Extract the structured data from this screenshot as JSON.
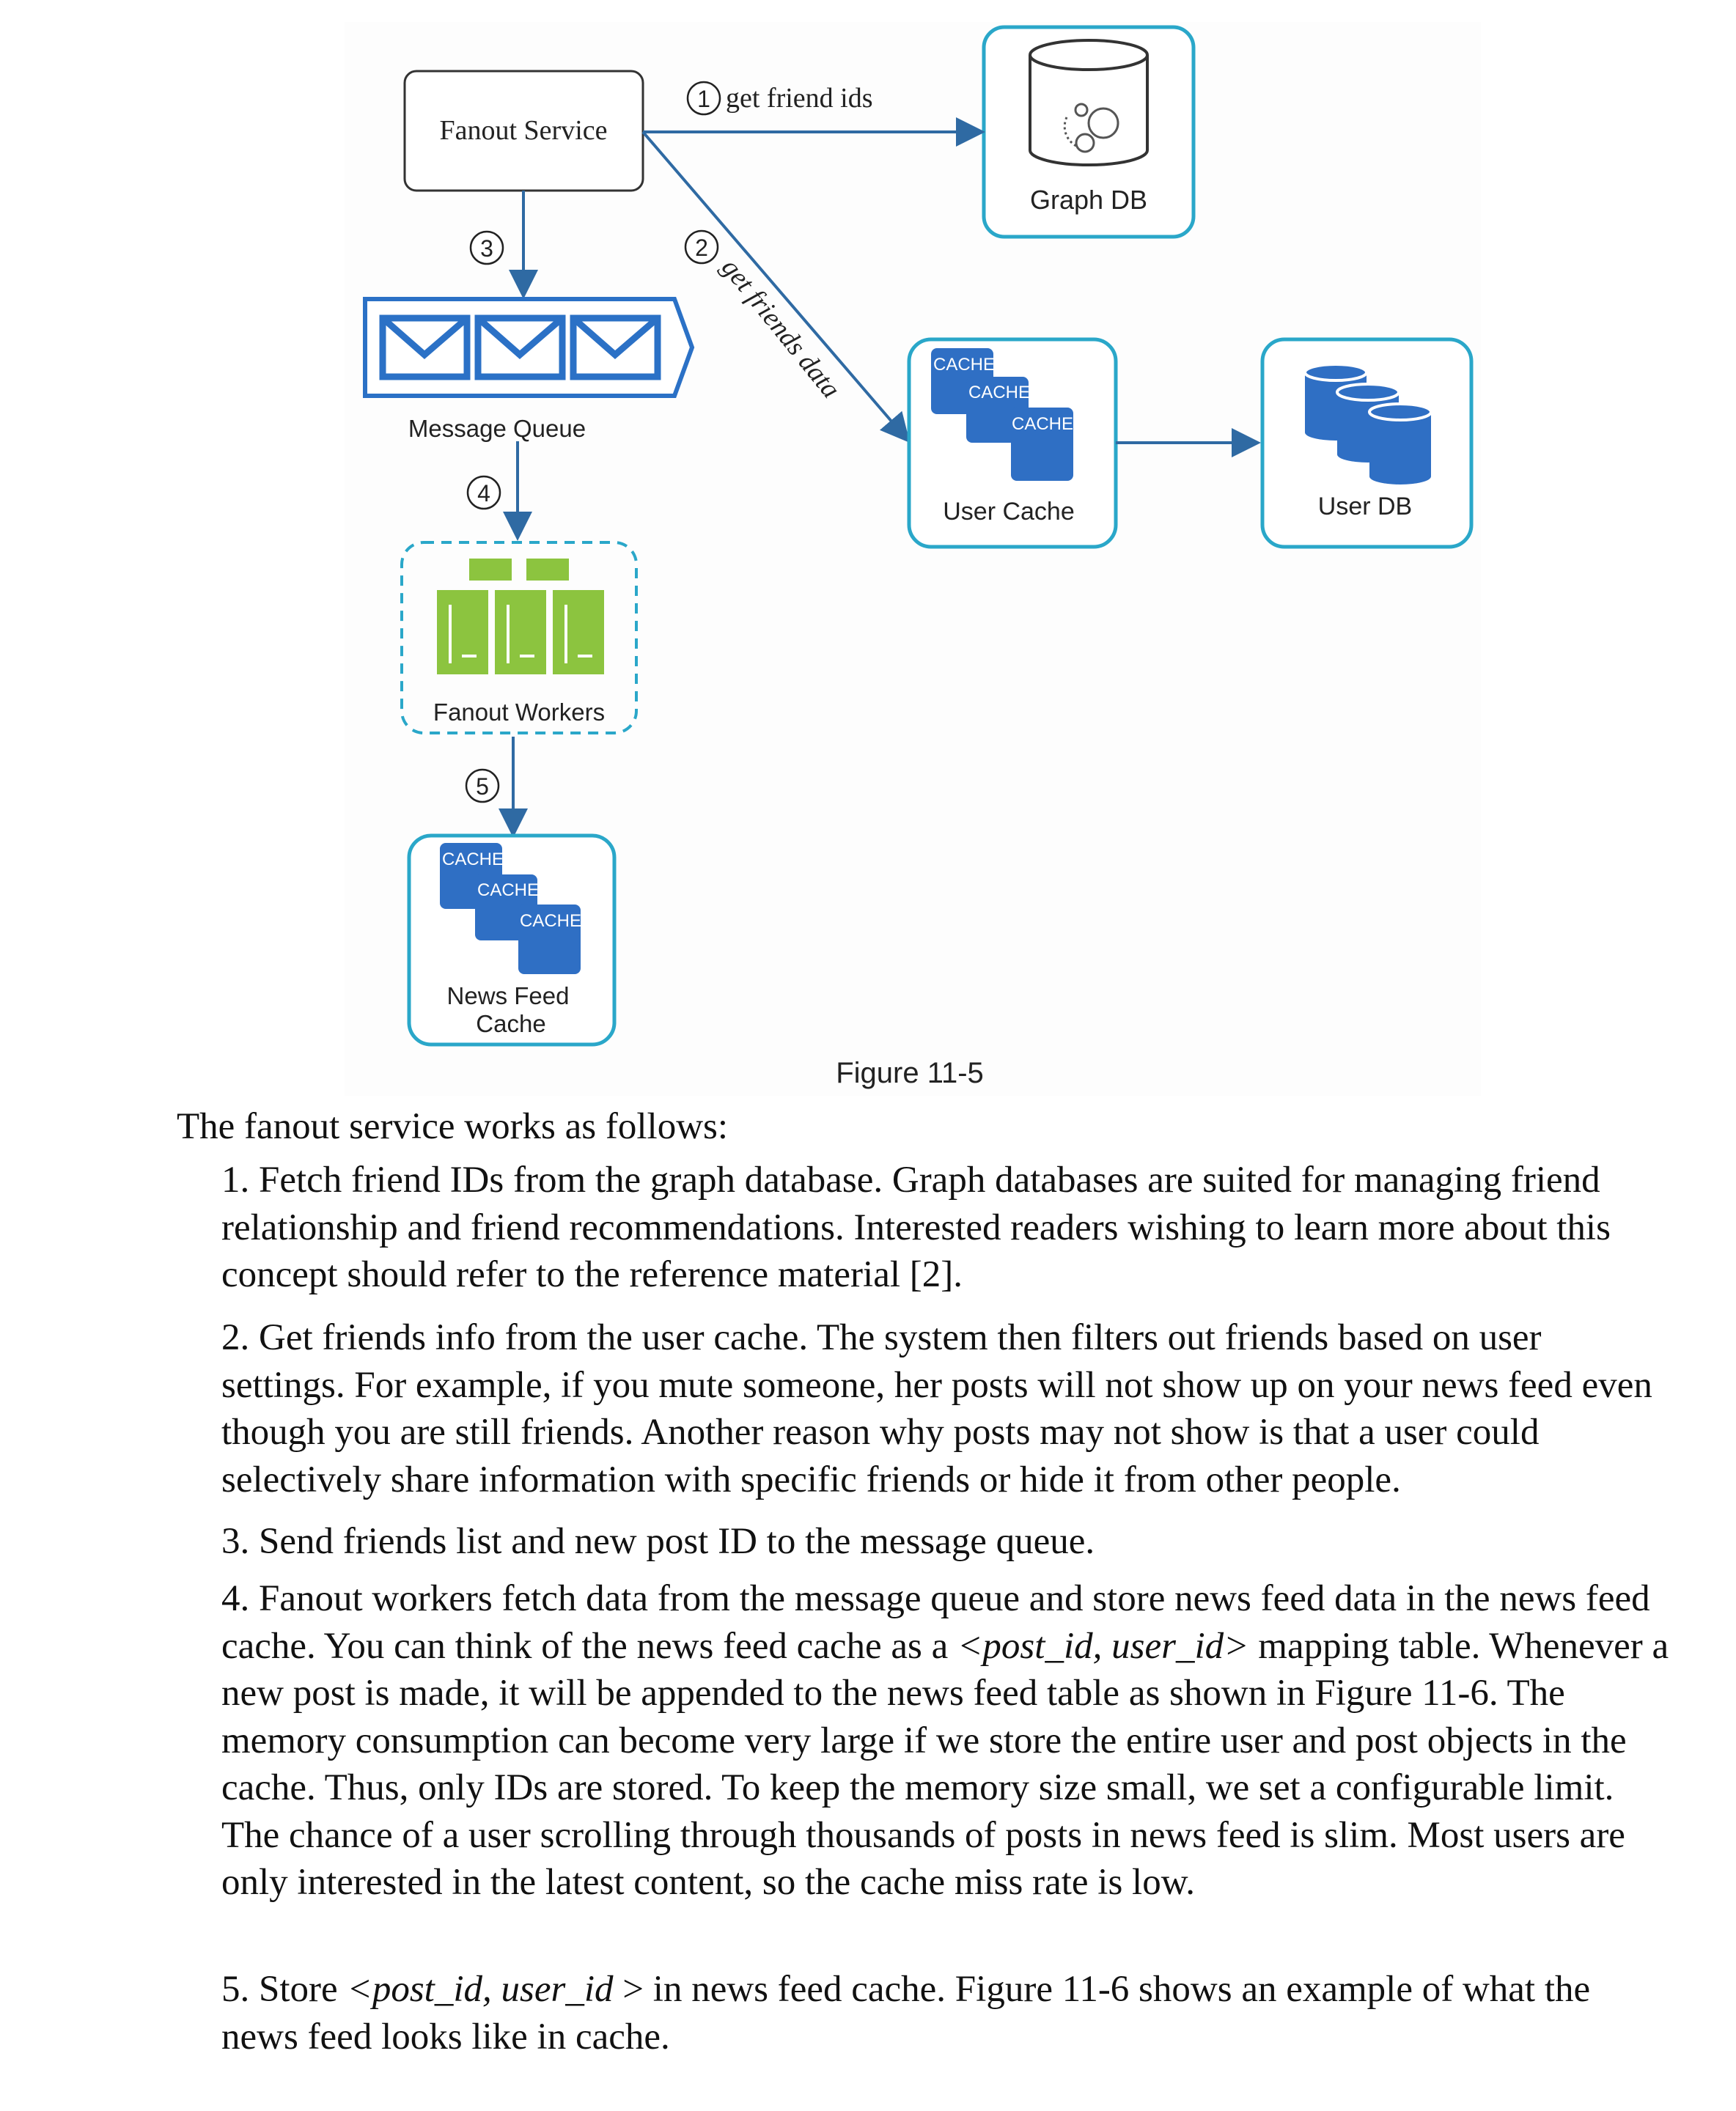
{
  "figure": {
    "caption": "Figure 11-5",
    "nodes": {
      "fanout_service": "Fanout Service",
      "graph_db": "Graph DB",
      "message_queue": "Message Queue",
      "user_cache": "User Cache",
      "user_db": "User DB",
      "fanout_workers": "Fanout Workers",
      "news_feed_cache_line1": "News Feed",
      "news_feed_cache_line2": "Cache",
      "cache_label": "CACHE"
    },
    "edges": {
      "step1_num": "1",
      "step1_label": "get friend ids",
      "step2_num": "2",
      "step2_label": "get friends data",
      "step3_num": "3",
      "step4_num": "4",
      "step5_num": "5"
    },
    "colors": {
      "arrow": "#2f6aa3",
      "teal_border": "#2aa7c9",
      "cache_blue": "#2f6fc4",
      "queue_blue": "#2b71c6",
      "worker_green": "#8cc43f"
    }
  },
  "body": {
    "intro": "The fanout service works as follows:",
    "step1": "1. Fetch friend IDs from the graph database. Graph databases are suited for managing friend relationship and friend recommendations. Interested readers wishing to learn more about this concept should refer to the reference material [2].",
    "step2": "2. Get friends info from the user cache. The system then filters out friends based on user settings. For example, if you mute someone, her posts will not show up on your news feed even though you are still friends. Another reason why posts may not show is that a user could selectively share information with specific friends or hide it from other people.",
    "step3": "3. Send friends list and new post ID to the message queue.",
    "step4_a": "4. Fanout workers fetch data from the message queue and store news feed data in the news feed cache. You can think of the news feed cache as a ",
    "step4_em": "<post_id, user_id>",
    "step4_b": " mapping table. Whenever a new post is made, it will be appended to the news feed table as shown in Figure 11-6. The memory consumption can become very large if we store the entire user and post objects in the cache. Thus, only IDs are stored. To keep the memory size small, we set a configurable limit. The chance of a user scrolling through thousands of posts in news feed is slim. Most users are only interested in the latest content, so the cache miss rate is low.",
    "step5_a": "5. Store ",
    "step5_em": "<post_id, user_id",
    "step5_b": " > in news feed cache. Figure 11-6 shows an example of what the news feed looks like in cache."
  }
}
